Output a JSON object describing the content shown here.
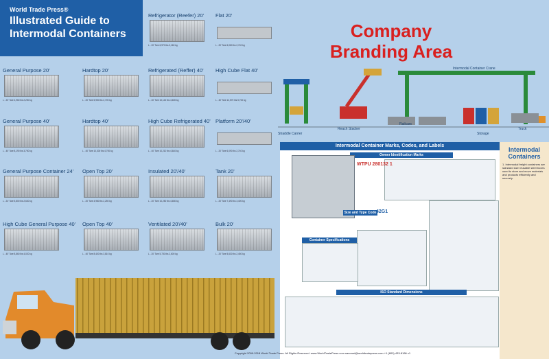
{
  "header": {
    "publisher": "World Trade Press®",
    "title_line1": "Illustrated Guide to",
    "title_line2": "Intermodal Containers"
  },
  "branding": {
    "line1": "Company",
    "line2": "Branding Area"
  },
  "containers": [
    {
      "name": "Refrigerator (Reefer) 20'",
      "spec": "L - 20'  Tare 6,970 lbs  3,160 kg"
    },
    {
      "name": "Flat 20'",
      "spec": "L - 20'  Tare 6,060 lbs  2,740 kg"
    },
    {
      "name": "General Purpose  20'",
      "spec": "L - 20'  Tare 4,960 lbs  2,250 kg"
    },
    {
      "name": "Hardtop  20'",
      "spec": "L - 20'  Tare 5,950 lbs  2,700 kg"
    },
    {
      "name": "Refrigerated (Reffer)  40'",
      "spec": "L - 40'  Tare 10,140 lbs  4,600 kg"
    },
    {
      "name": "High Cube Flat  40'",
      "spec": "L - 40'  Tare 12,570 lbs  5,700 kg"
    },
    {
      "name": "General Purpose  40'",
      "spec": "L - 40'  Tare 8,190 lbs  3,750 kg"
    },
    {
      "name": "Hardtop  40'",
      "spec": "L - 40'  Tare 10,300 lbs  4,700 kg"
    },
    {
      "name": "High Cube Refrigerated  40'",
      "spec": "L - 40'  Tare 10,210 lbs  4,640 kg"
    },
    {
      "name": "Platform 20'/40'",
      "spec": "L - 20'  Tare 6,090 lbs  2,740 kg"
    },
    {
      "name": "General Purpose Container  24'",
      "spec": "L - 24'  Tare 5,800 lbs  2,630 kg"
    },
    {
      "name": "Open Top  20'",
      "spec": "L - 20'  Tare 4,980 lbs  2,250 kg"
    },
    {
      "name": "Insulated 20'/40'",
      "spec": "L - 20'  Tare 10,250 lbs  4,650 kg"
    },
    {
      "name": "Tank  20'",
      "spec": "L - 20'  Tare 7,490 lbs  3,400 kg"
    },
    {
      "name": "High Cube General Purpose 40'",
      "spec": "L - 40'  Tare 8,860 lbs  4,020 kg"
    },
    {
      "name": "Open Top  40'",
      "spec": "L - 40'  Tare 8,400 lbs  3,810 kg"
    },
    {
      "name": "Ventilated 20'/40'",
      "spec": "L - 20'  Tare 5,730 lbs  2,600 kg"
    },
    {
      "name": "Bulk  20'",
      "spec": "L - 20'  Tare 5,630 lbs  2,450 kg"
    }
  ],
  "scene": {
    "crane_label": "Intermodal Container Crane",
    "straddle": "Straddle Carrier",
    "reach": "Reach Stacker",
    "railcars": "Railcars",
    "storage": "Storage",
    "truck": "Truck"
  },
  "panel": {
    "title": "Intermodal Container Marks, Codes, and Labels",
    "owner": "Owner Identification Marks",
    "size_type": "Size and Type Code",
    "specs": "Container Specifications",
    "iso": "ISO Standard Dimensions",
    "code_sample": "WTPU 280132 1",
    "size_sample": "42G1"
  },
  "sidebar": {
    "title": "Intermodal Containers",
    "body": "1. Intermodal freight containers are standard size reusable steel boxes used to store and move materials and products efficiently and securely."
  },
  "footer": {
    "text": "Copyright 2009-2018 World Trade Press. All Rights Reserved.   www.WorldTradePress.com   sanorad@worldtradepress.com   +1 (800) 433-8186 x1"
  }
}
